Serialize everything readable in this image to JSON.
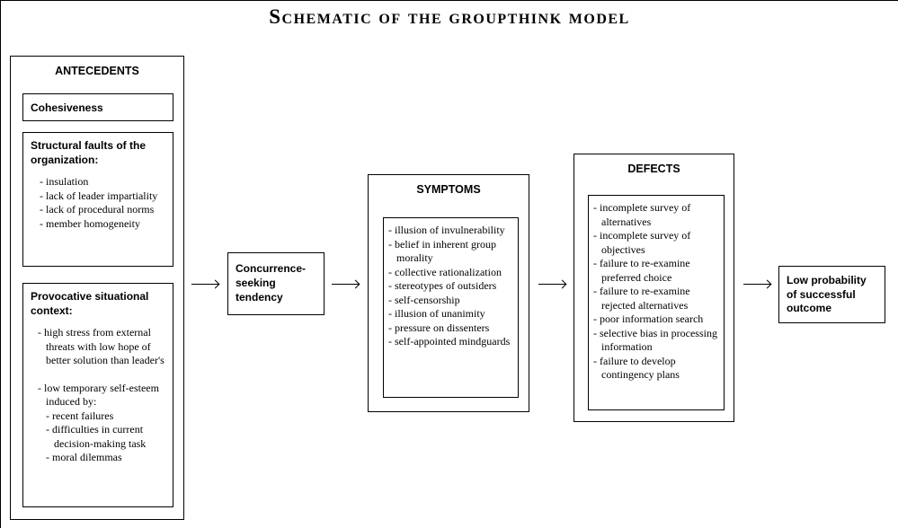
{
  "title": "Schematic of the groupthink model",
  "colors": {
    "background": "#ffffff",
    "border": "#000000",
    "text": "#000000"
  },
  "antecedents": {
    "header": "ANTECEDENTS",
    "cohesiveness_label": "Cohesiveness",
    "structural": {
      "heading": "Structural faults of the organization:",
      "items": [
        "- insulation",
        "- lack of leader impartiality",
        "- lack of procedural norms",
        "- member homogeneity"
      ]
    },
    "provocative": {
      "heading": "Provocative situational context:",
      "items": [
        "- high stress from external threats with low hope of better solution than leader's",
        "- low temporary self-esteem induced by:",
        "- recent failures",
        "- difficulties in current decision-making task",
        "- moral dilemmas"
      ]
    }
  },
  "concurrence": {
    "label": "Concurrence-seeking tendency"
  },
  "symptoms": {
    "header": "SYMPTOMS",
    "items": [
      "- illusion of invulnerability",
      "- belief in inherent group morality",
      "- collective rationalization",
      "- stereotypes of outsiders",
      "- self-censorship",
      "- illusion of unanimity",
      "- pressure on dissenters",
      "- self-appointed mindguards"
    ]
  },
  "defects": {
    "header": "DEFECTS",
    "items": [
      "- incomplete survey of alternatives",
      "- incomplete survey of objectives",
      "- failure to re-examine preferred choice",
      "- failure to re-examine rejected alternatives",
      "- poor information search",
      "- selective bias in processing information",
      "- failure to develop contingency plans"
    ]
  },
  "outcome": {
    "label": "Low probability of successful outcome"
  }
}
